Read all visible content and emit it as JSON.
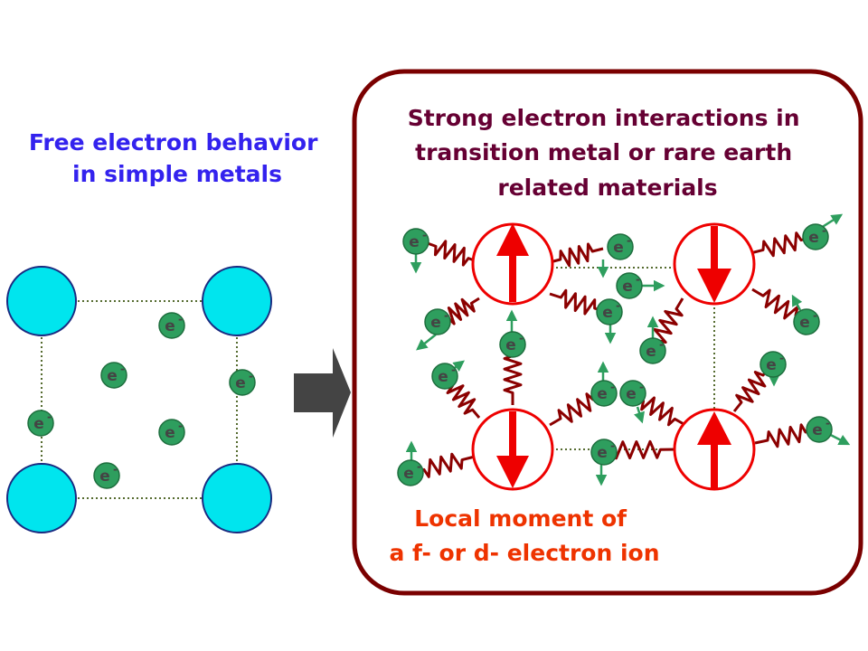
{
  "left_title": [
    "Free electron behavior",
    "in simple metals"
  ],
  "right_title": [
    "Strong electron interactions in",
    "transition metal or rare earth",
    "related materials"
  ],
  "caption": [
    "Local moment of",
    "a f- or d- electron ion"
  ],
  "electron_label": "e",
  "electron_charge": "-",
  "colors": {
    "left_title": "#3322ee",
    "right_title": "#660033",
    "caption": "#ee3300",
    "ion_fill": "#00e5ee",
    "electron_fill": "#2e9e5e",
    "spring": "#8b0000",
    "moment": "#ee0000",
    "frame": "#7a0000",
    "big_arrow": "#444444"
  }
}
